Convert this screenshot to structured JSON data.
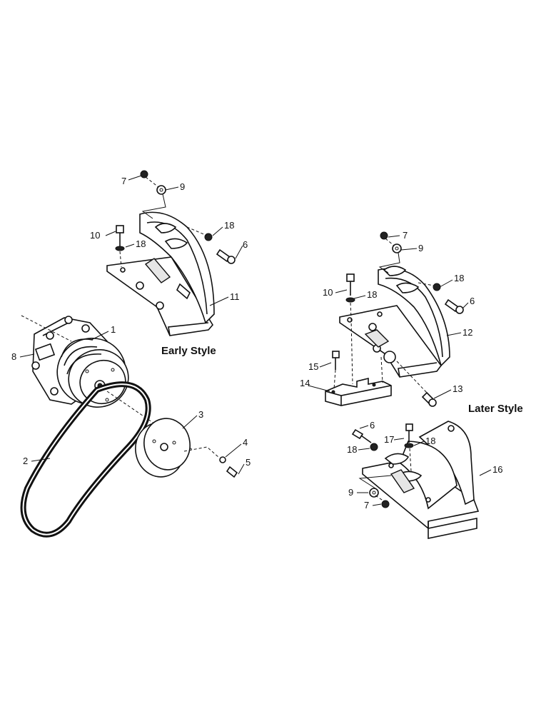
{
  "labels": {
    "early_style": "Early Style",
    "later_style": "Later Style"
  },
  "callouts": {
    "c1": "1",
    "c2": "2",
    "c3": "3",
    "c4": "4",
    "c5": "5",
    "c6_early": "6",
    "c7_early": "7",
    "c8": "8",
    "c9_early": "9",
    "c10_early": "10",
    "c11": "11",
    "c18_early_a": "18",
    "c18_early_b": "18",
    "c7_later": "7",
    "c9_later": "9",
    "c18_later_a": "18",
    "c10_later": "10",
    "c18_later_b": "18",
    "c6_later": "6",
    "c12": "12",
    "c15": "15",
    "c14": "14",
    "c13": "13",
    "c6_lower": "6",
    "c17": "17",
    "c18_lower_a": "18",
    "c18_lower_b": "18",
    "c16": "16",
    "c9_lower": "9",
    "c7_lower": "7"
  }
}
